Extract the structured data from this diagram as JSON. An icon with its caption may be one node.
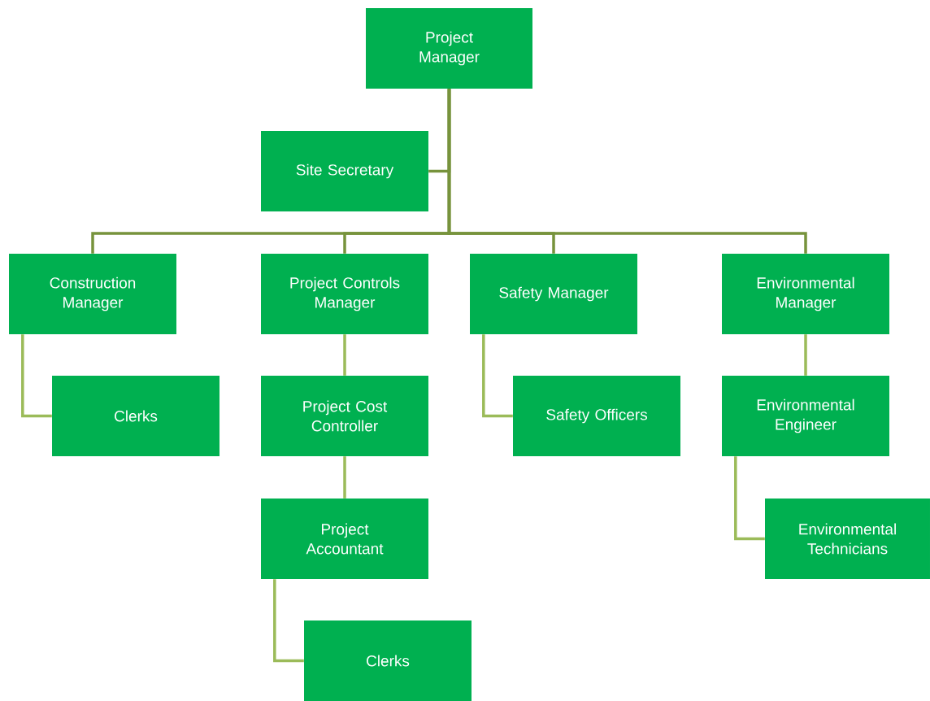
{
  "diagram": {
    "nodes": [
      {
        "text": [
          "Project Manager"
        ]
      },
      {
        "text": [
          "Site Secretary"
        ]
      },
      {
        "text": [
          "Construction Manager"
        ]
      },
      {
        "text": [
          "Project Controls Manager"
        ]
      },
      {
        "text": [
          "Safety Manager"
        ]
      },
      {
        "text": [
          "Environmental Manager"
        ]
      },
      {
        "text": [
          "Clerks"
        ]
      },
      {
        "text": [
          "Project Cost Controller"
        ]
      },
      {
        "text": [
          "Safety Officers"
        ]
      },
      {
        "text": [
          "Environmental Engineer"
        ]
      },
      {
        "text": [
          "Project Accountant"
        ]
      },
      {
        "text": [
          "Environmental Technicians"
        ]
      },
      {
        "text": [
          "Clerks"
        ]
      }
    ],
    "edges": [
      {
        "from": 0,
        "to": 1,
        "arrow": "none",
        "color": "#77933c"
      },
      {
        "from": 0,
        "to": 2,
        "arrow": "none",
        "color": "#77933c"
      },
      {
        "from": 0,
        "to": 3,
        "arrow": "none",
        "color": "#77933c"
      },
      {
        "from": 0,
        "to": 4,
        "arrow": "none",
        "color": "#77933c"
      },
      {
        "from": 0,
        "to": 5,
        "arrow": "none",
        "color": "#77933c"
      },
      {
        "from": 2,
        "to": 6,
        "arrow": "none"
      },
      {
        "from": 3,
        "to": 7,
        "arrow": "none"
      },
      {
        "from": 4,
        "to": 8,
        "arrow": "none"
      },
      {
        "from": 5,
        "to": 9,
        "arrow": "none"
      },
      {
        "from": 7,
        "to": 10,
        "arrow": "none"
      },
      {
        "from": 9,
        "to": 11,
        "arrow": "none"
      },
      {
        "from": 10,
        "to": 12,
        "arrow": "none"
      }
    ]
  }
}
